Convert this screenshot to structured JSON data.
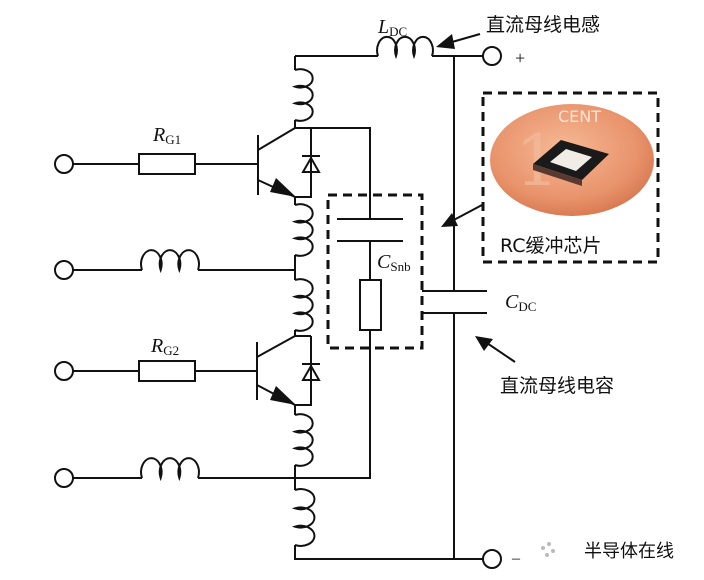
{
  "labels": {
    "ldc_main": "L",
    "ldc_sub": "DC",
    "rg1_main": "R",
    "rg1_sub": "G1",
    "rg2_main": "R",
    "rg2_sub": "G2",
    "csnb_main": "C",
    "csnb_sub": "Snb",
    "cdc_main": "C",
    "cdc_sub": "DC",
    "plus": "+",
    "minus": "–"
  },
  "annotations": {
    "dc_bus_inductance": "直流母线电感",
    "dc_bus_capacitor": "直流母线电容",
    "rc_snubber_chip": "RC缓冲芯片"
  },
  "watermark": "半导体在线",
  "colors": {
    "line": "#111111",
    "coin": "#e8926a",
    "chip": "#1a1a1a"
  }
}
